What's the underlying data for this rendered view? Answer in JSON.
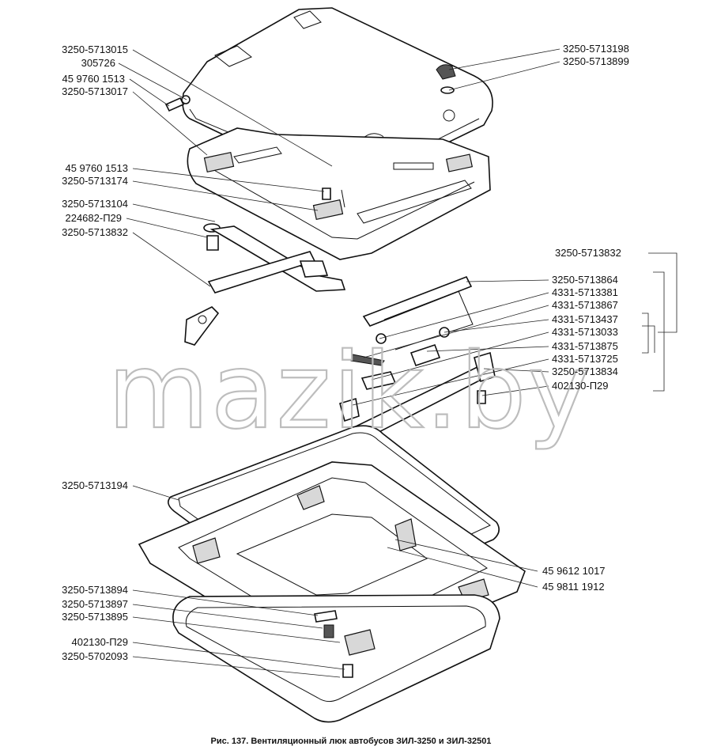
{
  "caption": "Рис. 137. Вентиляционный люк автобусов ЗИЛ-3250 и ЗИЛ-32501",
  "watermark": "mazik.by",
  "labels_left": [
    "3250-5713015",
    "305726",
    "45 9760 1513",
    "3250-5713017",
    "45 9760 1513",
    "3250-5713174",
    "3250-5713104",
    "224682-П29",
    "3250-5713832",
    "3250-5713194",
    "3250-5713894",
    "3250-5713897",
    "3250-5713895",
    "402130-П29",
    "3250-5702093"
  ],
  "labels_right": [
    "3250-5713198",
    "3250-5713899",
    "3250-5713832",
    "3250-5713864",
    "4331-5713381",
    "4331-5713867",
    "4331-5713437",
    "4331-5713033",
    "4331-5713875",
    "4331-5713725",
    "3250-5713834",
    "402130-П29",
    "45 9612 1017",
    "45 9811 1912"
  ]
}
